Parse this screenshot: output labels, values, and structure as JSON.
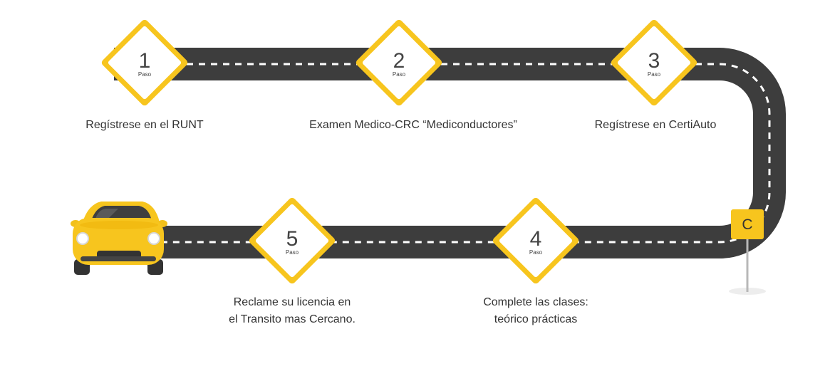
{
  "steps": [
    {
      "number": "1",
      "sublabel": "Paso",
      "caption": "Regístrese en el RUNT"
    },
    {
      "number": "2",
      "sublabel": "Paso",
      "caption": "Examen Medico-CRC “Mediconductores”"
    },
    {
      "number": "3",
      "sublabel": "Paso",
      "caption": "Regístrese en CertiAuto"
    },
    {
      "number": "4",
      "sublabel": "Paso",
      "caption_line1": "Complete las clases:",
      "caption_line2": "teórico prácticas"
    },
    {
      "number": "5",
      "sublabel": "Paso",
      "caption_line1": "Reclame su licencia en",
      "caption_line2": "el Transito mas Cercano."
    }
  ],
  "sign": {
    "letter": "C"
  },
  "colors": {
    "road": "#3d3d3d",
    "lane": "#ffffff",
    "accent": "#f7c51e",
    "diamond_fill": "#ffffff",
    "text": "#333333"
  },
  "icons": [
    "car-icon",
    "road-sign-icon"
  ]
}
